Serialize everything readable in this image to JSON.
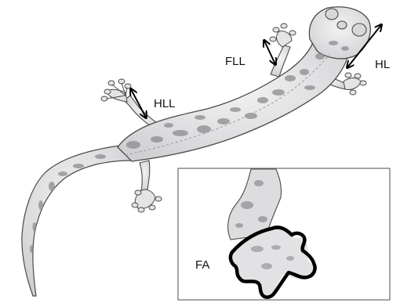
{
  "labels": {
    "fll": "FLL",
    "hl": "HL",
    "hll": "HLL",
    "fa": "FA"
  },
  "colors": {
    "body_fill": "#e8e8ea",
    "body_stroke": "#4a4a4a",
    "spot": "#8c8c8f",
    "arrow": "#000000",
    "inset_frame": "#6b6b6b",
    "foot_outline": "#000000"
  }
}
